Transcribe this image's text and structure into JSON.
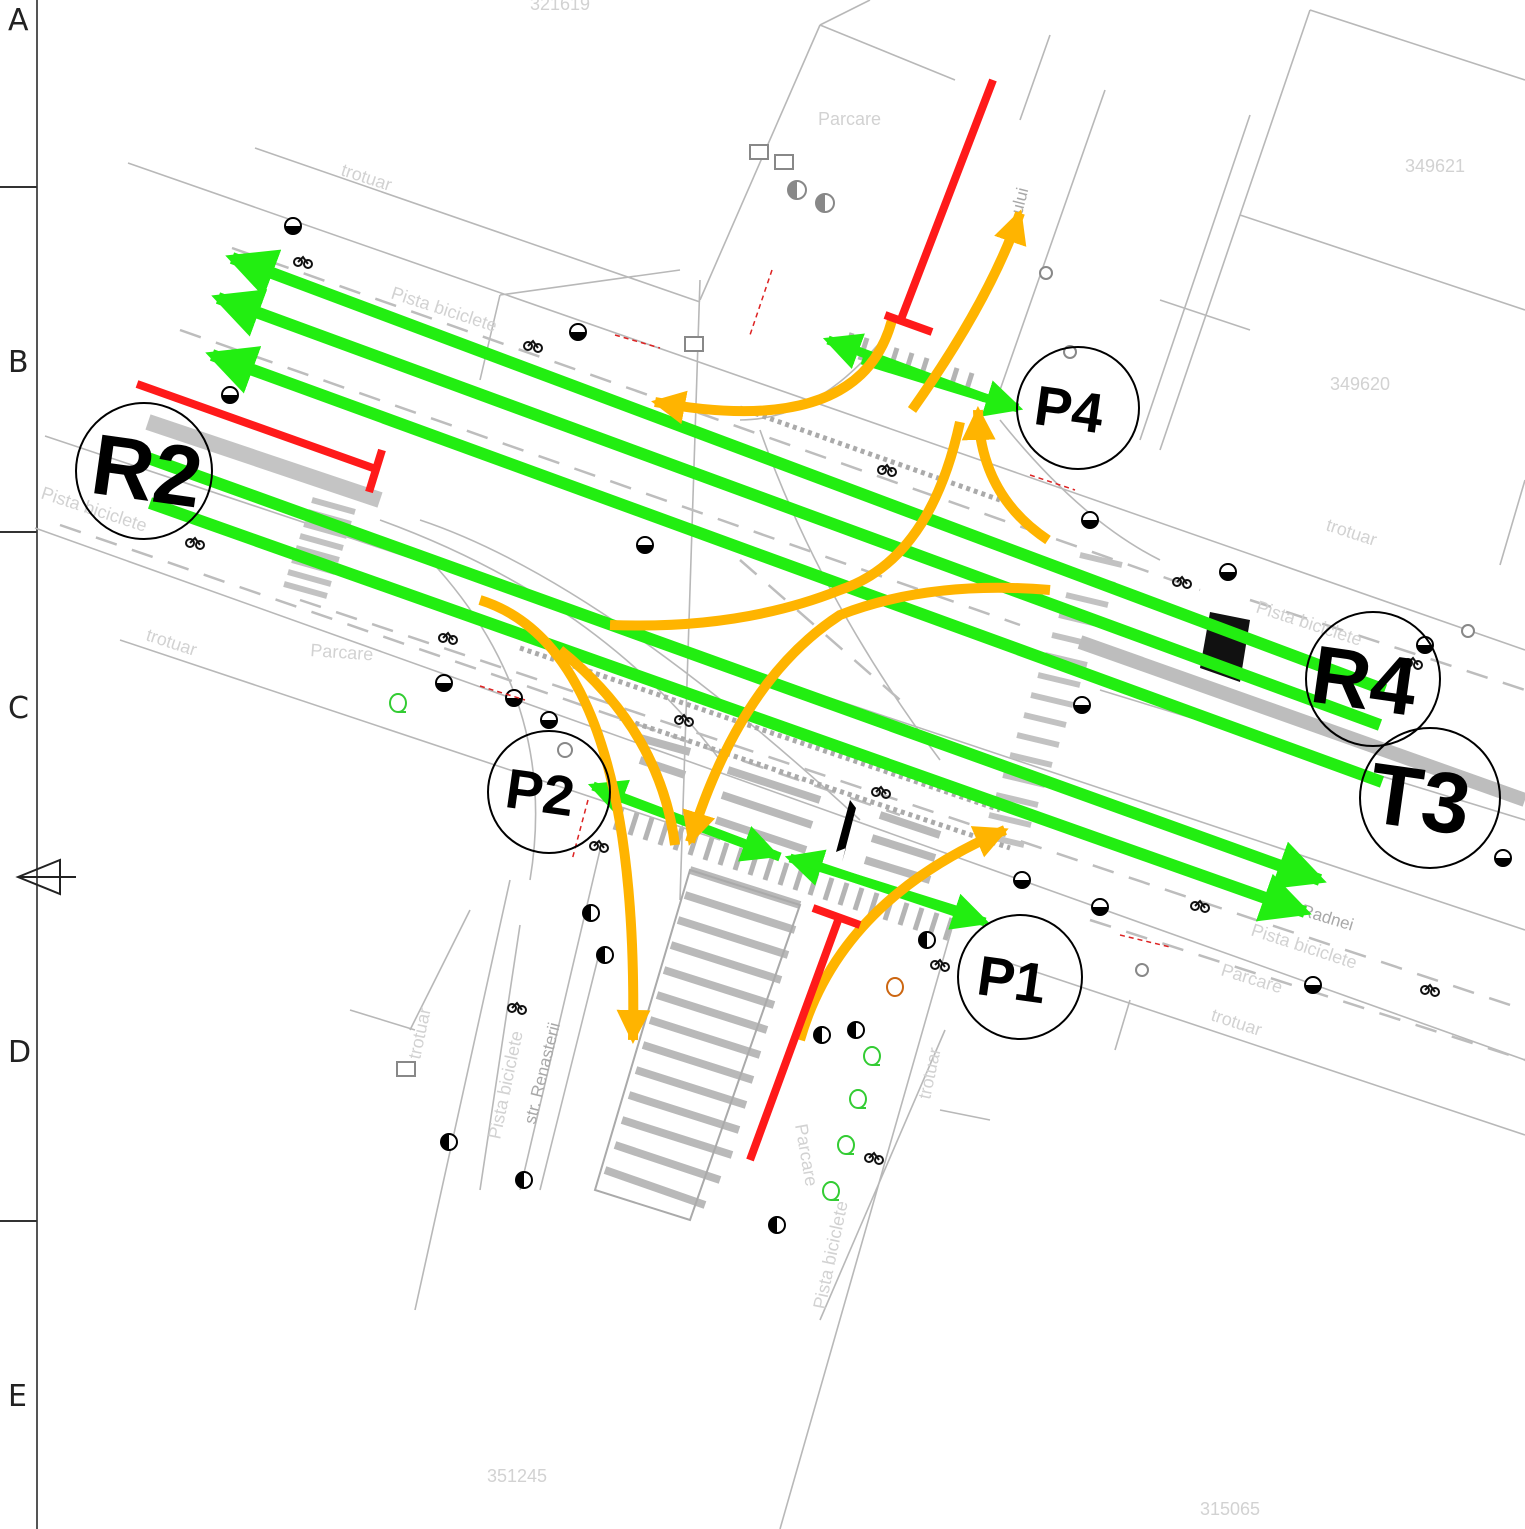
{
  "frame": {
    "row_labels": [
      "A",
      "B",
      "C",
      "D",
      "E"
    ]
  },
  "phases": [
    {
      "id": "r2",
      "label": "R2",
      "type": "vehicle"
    },
    {
      "id": "r4",
      "label": "R4",
      "type": "vehicle"
    },
    {
      "id": "t3",
      "label": "T3",
      "type": "tram"
    },
    {
      "id": "p1",
      "label": "P1",
      "type": "pedestrian"
    },
    {
      "id": "p2",
      "label": "P2",
      "type": "pedestrian"
    },
    {
      "id": "p4",
      "label": "P4",
      "type": "pedestrian"
    }
  ],
  "map_labels": {
    "parcel_321619": "321619",
    "parcel_349621": "349621",
    "parcel_349620": "349620",
    "parcel_351245": "351245",
    "parcel_315065": "315065",
    "parcare_north": "Parcare",
    "parcare_west": "Parcare",
    "parcare_east": "Parcare",
    "parcare_south": "Parcare",
    "trotuar_nw": "trotuar",
    "trotuar_sw": "trotuar",
    "trotuar_ne": "trotuar",
    "trotuar_se": "trotuar",
    "trotuar_s1": "trotuar",
    "trotuar_s2": "trotuar",
    "pista_north": "Pista  biciclete",
    "pista_west": "Pista  biciclete",
    "pista_east_top": "Pista  biciclete",
    "pista_east_bot": "Pista  biciclete",
    "pista_south1": "Pista  biciclete",
    "pista_south2": "Pista  biciclete",
    "street_renasterii": "str. Renasterii",
    "street_radnei": "Radnei",
    "street_north": "ului"
  },
  "colors": {
    "vehicle_flow": "#22ee11",
    "turning_flow": "#ffb400",
    "stop_line": "#ff0000",
    "base_linework": "#b4b4b4",
    "faint_label": "#d2d2d2"
  }
}
